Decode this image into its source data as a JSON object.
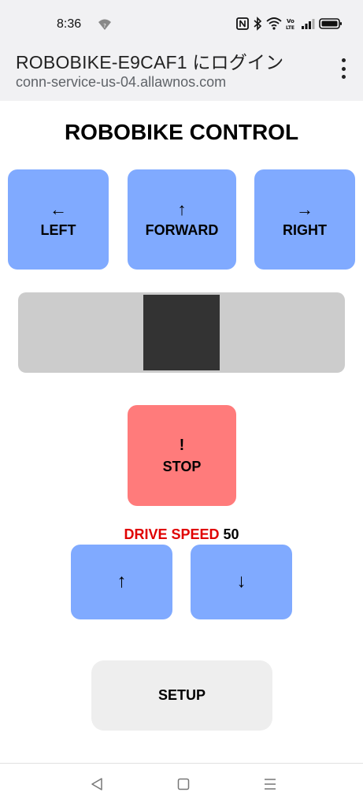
{
  "status_bar": {
    "time": "8:36",
    "icons": [
      "notification-icon",
      "nfc-icon",
      "bluetooth-icon",
      "wifi-icon",
      "volte-icon",
      "signal-icon",
      "battery-icon"
    ],
    "volte_text": "Vo\nLTE"
  },
  "browser": {
    "title": "ROBOBIKE-E9CAF1 にログイン",
    "url": "conn-service-us-04.allawnos.com"
  },
  "app": {
    "title": "ROBOBIKE CONTROL",
    "left": {
      "arrow": "←",
      "label": "LEFT"
    },
    "forward": {
      "arrow": "↑",
      "label": "FORWARD"
    },
    "right": {
      "arrow": "→",
      "label": "RIGHT"
    },
    "stop": {
      "symbol": "!",
      "label": "STOP"
    },
    "speed": {
      "label": "DRIVE SPEED",
      "value": "50"
    },
    "speed_up": {
      "arrow": "↑"
    },
    "speed_down": {
      "arrow": "↓"
    },
    "setup_label": "SETUP"
  },
  "colors": {
    "button": "#80aaff",
    "stop": "#ff7b7b",
    "speed_label": "#e00000",
    "slider_track": "#cccccc",
    "slider_thumb": "#333333",
    "setup": "#eeeeee"
  }
}
